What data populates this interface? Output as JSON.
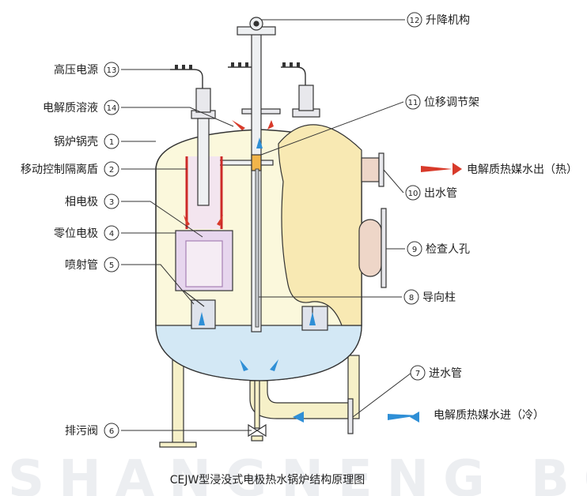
{
  "caption": "CEJW型浸没式电极热水锅炉结构原理图",
  "watermark": "SHANGNENG  BO",
  "flow_out": "电解质热媒水出（热）",
  "flow_in": "电解质热媒水进（冷）",
  "labels": {
    "l13": {
      "text": "高压电源",
      "num": "13"
    },
    "l14": {
      "text": "电解质溶液",
      "num": "14"
    },
    "l1": {
      "text": "锅炉锅壳",
      "num": "1"
    },
    "l2": {
      "text": "移动控制隔离盾",
      "num": "2"
    },
    "l3": {
      "text": "相电极",
      "num": "3"
    },
    "l4": {
      "text": "零位电极",
      "num": "4"
    },
    "l5": {
      "text": "喷射管",
      "num": "5"
    },
    "l6": {
      "text": "排污阀",
      "num": "6"
    },
    "l12": {
      "text": "升降机构",
      "num": "12"
    },
    "l11": {
      "text": "位移调节架",
      "num": "11"
    },
    "l10": {
      "text": "出水管",
      "num": "10"
    },
    "l9": {
      "text": "检查人孔",
      "num": "9"
    },
    "l8": {
      "text": "导向柱",
      "num": "8"
    },
    "l7": {
      "text": "进水管",
      "num": "7"
    }
  },
  "colors": {
    "shell_fill": "#fbf8dc",
    "cutaway_fill": "#f8e9b3",
    "water_fill": "#d3e8f5",
    "shield": "#cc2a2a",
    "electrode": "#e07a2e",
    "zero_electrode": "#e7d6ee",
    "hot_arrow": "#d83a2a",
    "cold_arrow": "#2f8fd6",
    "flange": "#eed6c8",
    "outline": "#333333"
  }
}
